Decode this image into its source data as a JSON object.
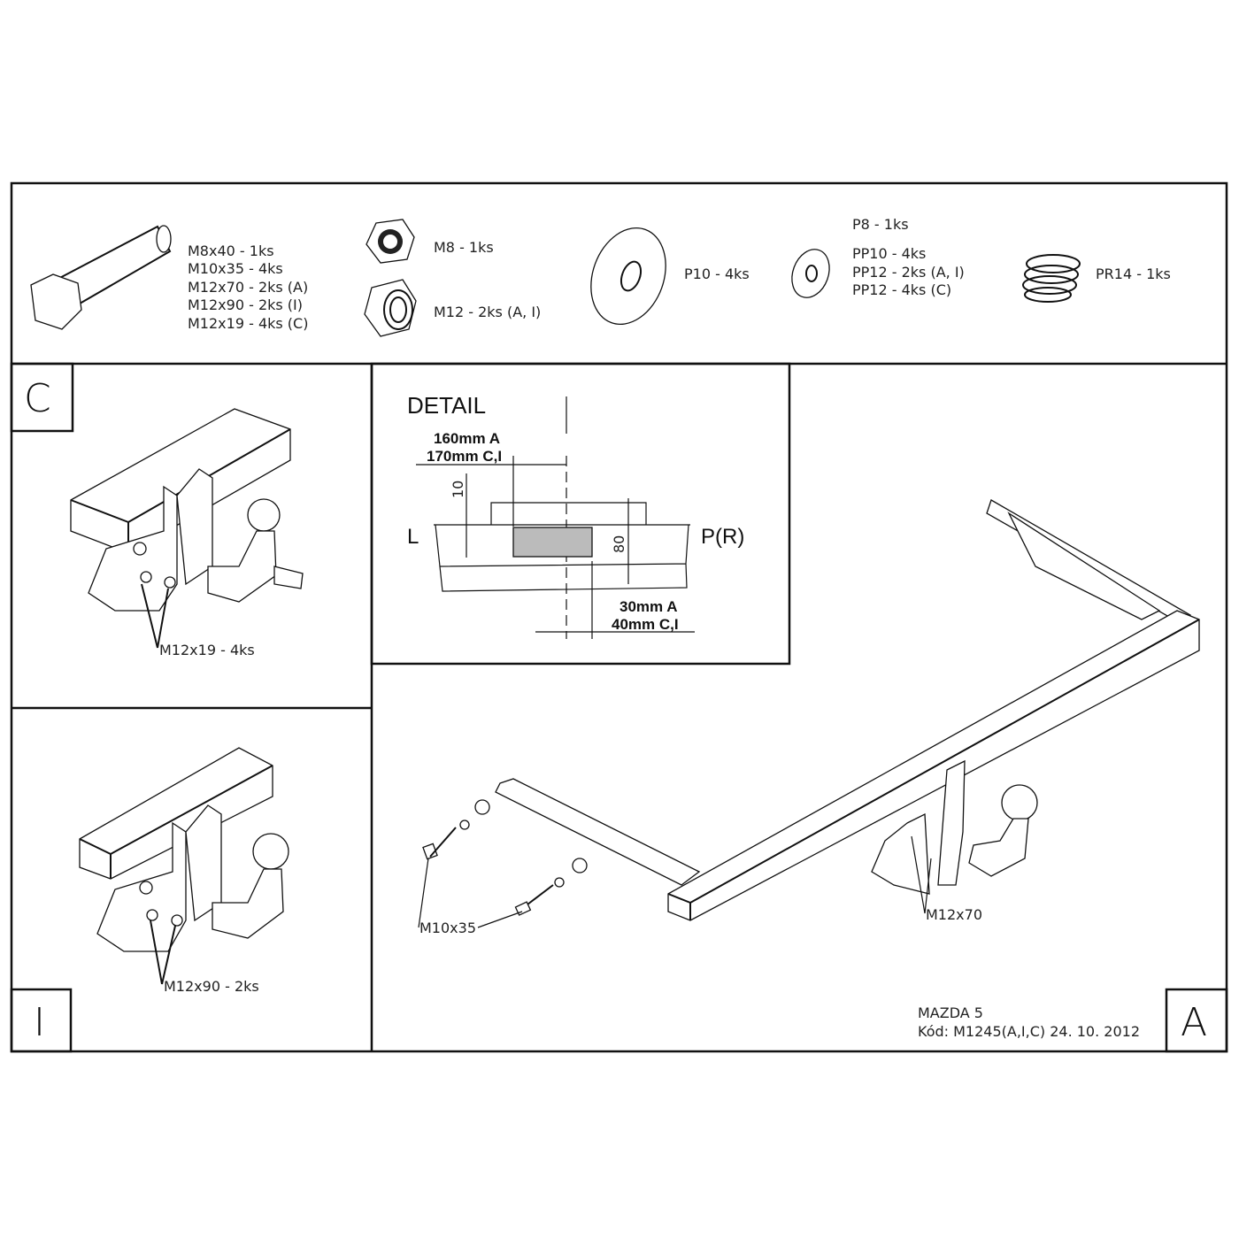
{
  "parts": {
    "bolts": [
      "M8x40 - 1ks",
      "M10x35 - 4ks",
      "M12x70 - 2ks (A)",
      "M12x90 - 2ks (I)",
      "M12x19 - 4ks (C)"
    ],
    "nut_m8": "M8 - 1ks",
    "nut_m12": "M12 - 2ks (A, I)",
    "washer_p10": "P10 - 4ks",
    "washers": [
      "P8 - 1ks",
      "PP10 - 4ks",
      "PP12 - 2ks (A, I)",
      "PP12 - 4ks (C)"
    ],
    "spring": "PR14 - 1ks"
  },
  "panels": {
    "c": {
      "letter": "C",
      "callout": "M12x19 - 4ks"
    },
    "i": {
      "letter": "I",
      "callout": "M12x90 - 2ks"
    },
    "a": {
      "letter": "A",
      "callout_bolt": "M12x70",
      "callout_side": "M10x35"
    }
  },
  "detail": {
    "title": "DETAIL",
    "dim_top": [
      "160mm A",
      "170mm C,I"
    ],
    "dim_10": "10",
    "dim_80": "80",
    "left": "L",
    "right": "P(R)",
    "dim_bottom": [
      "30mm A",
      "40mm C,I"
    ]
  },
  "footer": {
    "model": "MAZDA 5",
    "code": "Kód: M1245(A,I,C)  24. 10. 2012"
  }
}
